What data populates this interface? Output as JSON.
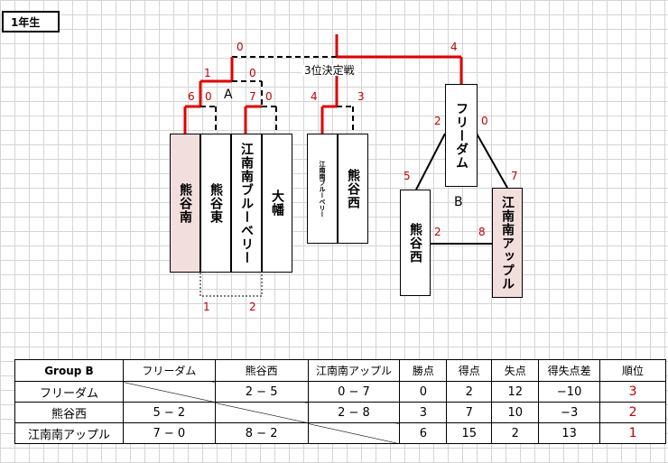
{
  "title": "1年生",
  "group_a": {
    "label": "A",
    "teams": [
      "熊谷南",
      "熊谷東",
      "江南南ブルーベリー",
      "大幡"
    ],
    "scores": {
      "final_left": "0",
      "semi_left": "1",
      "semi_right": "0",
      "m1_left": "6",
      "m1_right": "0",
      "m2_left": "7",
      "m2_right": "0",
      "bottom_left": "1",
      "bottom_right": "2"
    }
  },
  "third_place": {
    "label": "3位決定戦",
    "teams": [
      "江南南ブルーベリー",
      "熊谷西"
    ],
    "score_left": "4",
    "score_right": "3"
  },
  "final_right_score": "4",
  "group_b": {
    "label": "B",
    "teams": [
      "フリーダム",
      "熊谷西",
      "江南南アップル"
    ],
    "scores": {
      "free_vs_nishi": "2",
      "nishi_vs_free": "5",
      "free_vs_apple": "0",
      "apple_vs_free": "7",
      "nishi_vs_apple": "2",
      "apple_vs_nishi": "8"
    }
  },
  "standings": {
    "headers": [
      "Group B",
      "フリーダム",
      "熊谷西",
      "江南南アップル",
      "勝点",
      "得点",
      "失点",
      "得失点差",
      "順位"
    ],
    "rows": [
      {
        "team": "フリーダム",
        "results": [
          "",
          "2 − 5",
          "0 − 7"
        ],
        "pts": "0",
        "gf": "2",
        "ga": "12",
        "gd": "−10",
        "rank": "3"
      },
      {
        "team": "熊谷西",
        "results": [
          "5 − 2",
          "",
          "2 − 8"
        ],
        "pts": "3",
        "gf": "7",
        "ga": "10",
        "gd": "−3",
        "rank": "2"
      },
      {
        "team": "江南南アップル",
        "results": [
          "7 − 0",
          "8 − 2",
          ""
        ],
        "pts": "6",
        "gf": "15",
        "ga": "2",
        "gd": "13",
        "rank": "1"
      }
    ]
  },
  "colors": {
    "win_line": "#e00000",
    "score_text": "#c00000",
    "highlight_team": "#f3dede"
  }
}
